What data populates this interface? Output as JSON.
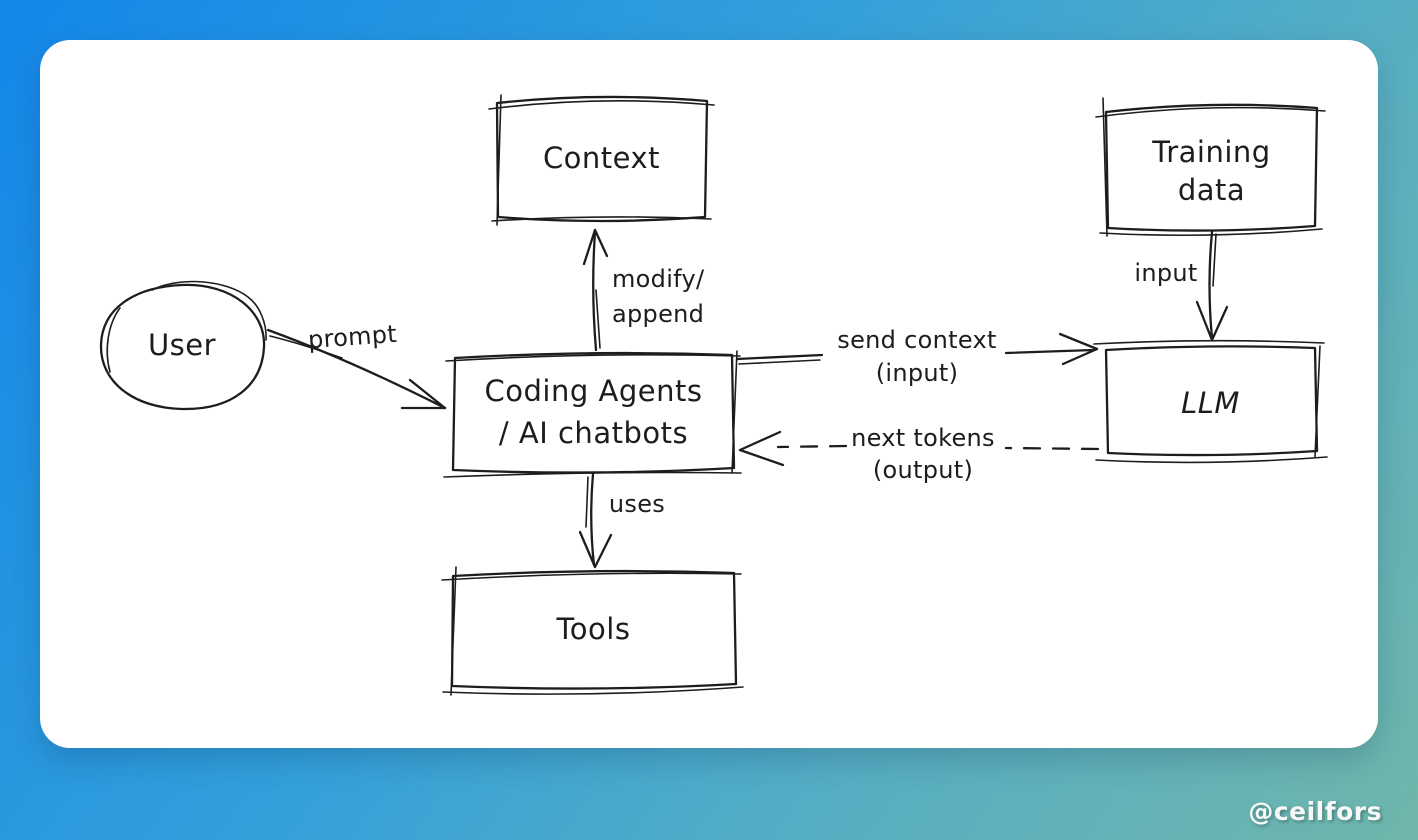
{
  "window": {
    "watermark": "@ceilfors"
  },
  "colors": {
    "background_top_left": "#1487e9",
    "background_bottom_right": "#6fb6ab",
    "card_background": "#ffffff",
    "ink": "#1d1d1d"
  },
  "diagram": {
    "nodes": {
      "user": {
        "shape": "ellipse",
        "label": "User"
      },
      "context": {
        "shape": "rectangle",
        "label": "Context"
      },
      "training_data": {
        "shape": "rectangle",
        "label_line1": "Training",
        "label_line2": "data"
      },
      "coding_agents": {
        "shape": "rectangle",
        "label_line1": "Coding Agents",
        "label_line2": "/ AI chatbots"
      },
      "llm": {
        "shape": "rectangle",
        "label": "LLM"
      },
      "tools": {
        "shape": "rectangle",
        "label": "Tools"
      }
    },
    "edges": {
      "prompt": {
        "from": "user",
        "to": "coding_agents",
        "style": "solid",
        "label": "prompt"
      },
      "modify_append": {
        "from": "coding_agents",
        "to": "context",
        "style": "solid",
        "label_line1": "modify/",
        "label_line2": "append"
      },
      "send_context": {
        "from": "coding_agents",
        "to": "llm",
        "style": "solid",
        "label_line1": "send context",
        "label_line2": "(input)"
      },
      "next_tokens": {
        "from": "llm",
        "to": "coding_agents",
        "style": "dashed",
        "label_line1": "next tokens",
        "label_line2": "(output)"
      },
      "input": {
        "from": "training_data",
        "to": "llm",
        "style": "solid",
        "label": "input"
      },
      "uses": {
        "from": "coding_agents",
        "to": "tools",
        "style": "solid",
        "label": "uses"
      }
    }
  }
}
